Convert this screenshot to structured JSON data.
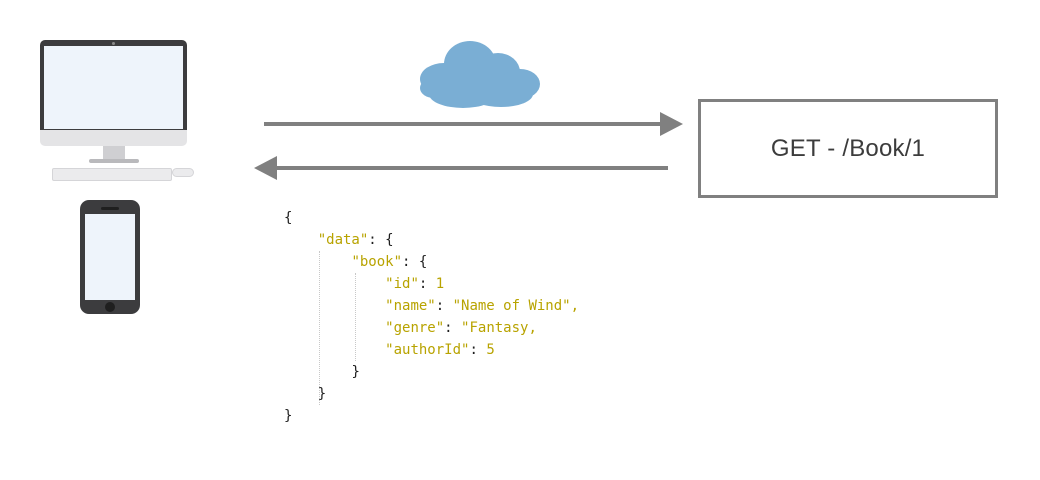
{
  "clients": {
    "desktop_icon": "desktop-computer-icon",
    "phone_icon": "smartphone-icon"
  },
  "network": {
    "cloud_icon": "cloud-icon",
    "cloud_color": "#7aaed4",
    "arrow_color": "#808080"
  },
  "request": {
    "label": "GET - /Book/1"
  },
  "response_json": {
    "open_brace": "{",
    "data_key": "\"data\"",
    "colon": ": ",
    "open": "{",
    "book_key": "\"book\"",
    "id_key": "\"id\"",
    "id_value": "1",
    "name_key": "\"name\"",
    "name_value": "\"Name of Wind\",",
    "genre_key": "\"genre\"",
    "genre_value": "\"Fantasy,",
    "authorId_key": "\"authorId\"",
    "authorId_value": "5",
    "close_brace": "}",
    "colors": {
      "key": "#b8a300",
      "punctuation": "#1e1e1e"
    }
  }
}
